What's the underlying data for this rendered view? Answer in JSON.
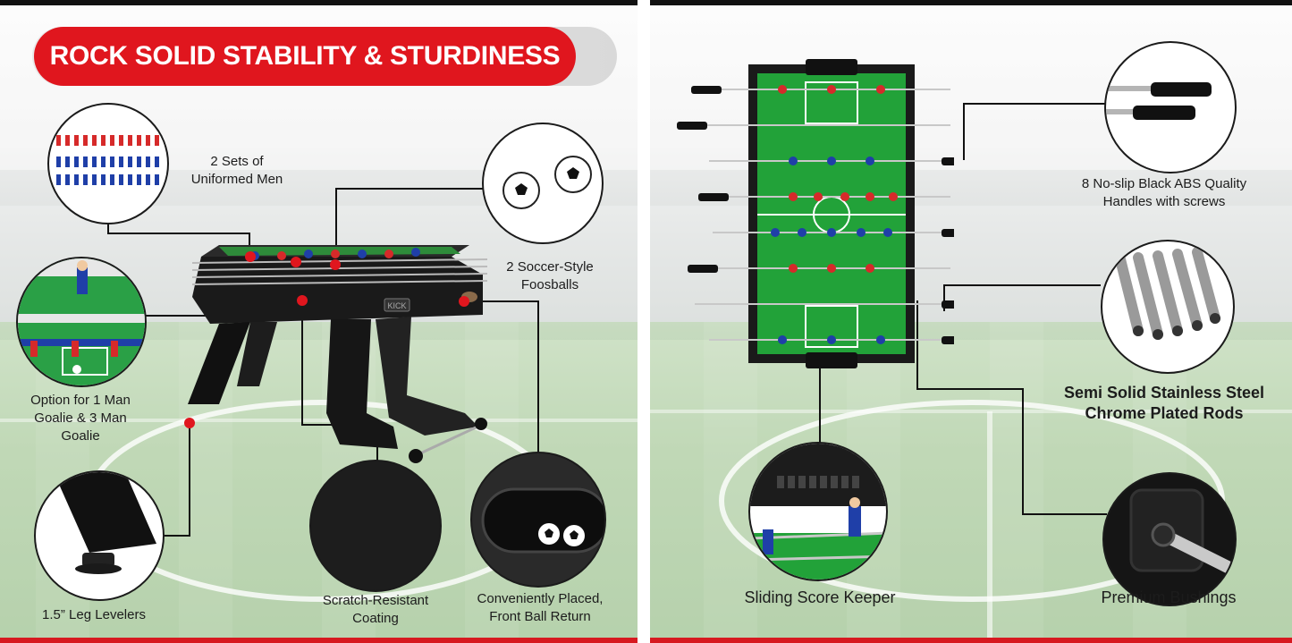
{
  "left": {
    "title": "ROCK SOLID STABILITY & STURDINESS",
    "features": {
      "uniformed_men": "2 Sets of Uniformed Men",
      "foosballs": "2 Soccer-Style Foosballs",
      "goalie": "Option for 1 Man Goalie & 3 Man Goalie",
      "leg_levelers": "1.5” Leg Levelers",
      "coating": "Scratch-Resistant Coating",
      "ball_return": "Conveniently Placed, Front Ball Return"
    },
    "table_logo": "KICK"
  },
  "right": {
    "features": {
      "handles": "8 No-slip Black ABS Quality Handles with screws",
      "rods": "Semi Solid Stainless Steel Chrome Plated Rods",
      "score_keeper": "Sliding Score Keeper",
      "bushings": "Premium Bushings"
    }
  },
  "colors": {
    "accent_red": "#e0161e",
    "table_black": "#1a1a1a",
    "field_green": "#23a23a",
    "team_red": "#d62a2a",
    "team_blue": "#1f3fa8"
  }
}
